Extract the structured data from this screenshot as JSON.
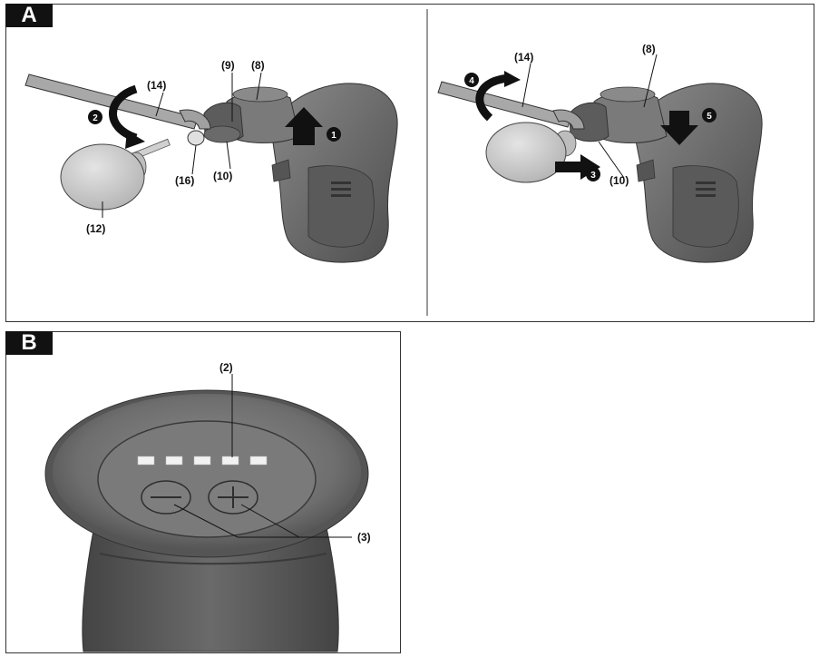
{
  "figure_a": {
    "label": "A",
    "left": {
      "callouts": {
        "c14": "(14)",
        "c9": "(9)",
        "c8": "(8)",
        "c16": "(16)",
        "c10": "(10)",
        "c12": "(12)"
      },
      "steps": {
        "s1": "1",
        "s2": "2"
      }
    },
    "right": {
      "callouts": {
        "c14": "(14)",
        "c8": "(8)",
        "c10": "(10)"
      },
      "steps": {
        "s3": "3",
        "s4": "4",
        "s5": "5"
      }
    }
  },
  "figure_b": {
    "label": "B",
    "callouts": {
      "c2": "(2)",
      "c3": "(3)"
    },
    "led_count": 5
  },
  "colors": {
    "tool_body": "#6e6e6e",
    "tool_dark": "#4a4a4a",
    "tool_light": "#9a9a9a",
    "pad": "#c8c8c8",
    "ink": "#111111"
  }
}
